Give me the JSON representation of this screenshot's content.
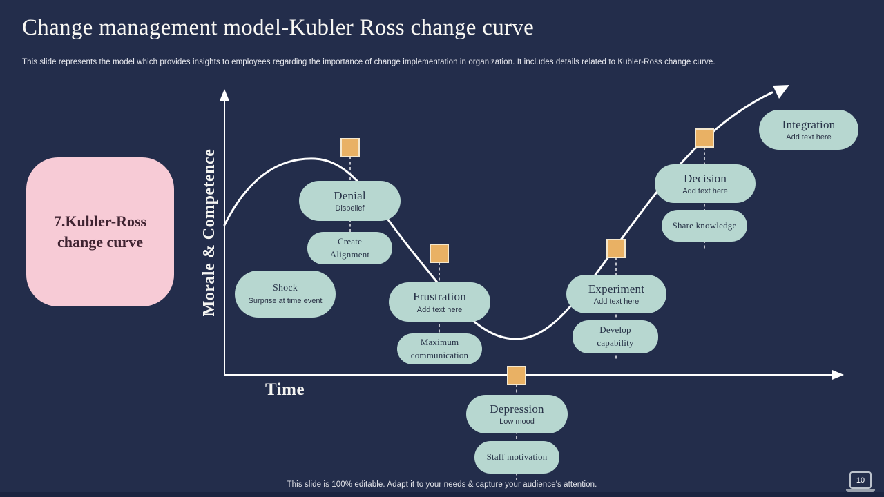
{
  "slide": {
    "title": "Change management model-Kubler Ross change curve",
    "subtitle": "This slide represents the model which provides insights to employees regarding the importance of change implementation in organization. It includes details related to Kubler-Ross change curve.",
    "footer": "This slide is 100% editable.  Adapt it to your needs & capture your audience's attention.",
    "page_number": "10"
  },
  "side_label": {
    "text": "7.Kubler-Ross change curve"
  },
  "axes": {
    "y_label": "Morale & Competence",
    "x_label": "Time"
  },
  "colors": {
    "background": "#232d4b",
    "pill": "#b7d7d0",
    "marker": "#e9b164",
    "marker_border": "#f4e7cd",
    "accent_pink": "#f7cbd6",
    "curve": "#ffffff"
  },
  "icons": {
    "page_indicator": "laptop-icon",
    "curve_end": "arrow-icon"
  },
  "stages": {
    "denial": {
      "title": "Denial",
      "subtitle": "Disbelief"
    },
    "create_alignment": {
      "label": "Create Alignment"
    },
    "shock": {
      "title": "Shock",
      "subtitle": "Surprise at time  event"
    },
    "frustration": {
      "title": "Frustration",
      "subtitle": "Add text here"
    },
    "maximum_communication": {
      "label": "Maximum communication"
    },
    "depression": {
      "title": "Depression",
      "subtitle": "Low mood"
    },
    "staff_motivation": {
      "label": "Staff motivation"
    },
    "experiment": {
      "title": "Experiment",
      "subtitle": "Add text here"
    },
    "develop_capability": {
      "label": "Develop capability"
    },
    "decision": {
      "title": "Decision",
      "subtitle": "Add text here"
    },
    "share_knowledge": {
      "label": "Share knowledge"
    },
    "integration": {
      "title": "Integration",
      "subtitle": "Add text here"
    }
  }
}
